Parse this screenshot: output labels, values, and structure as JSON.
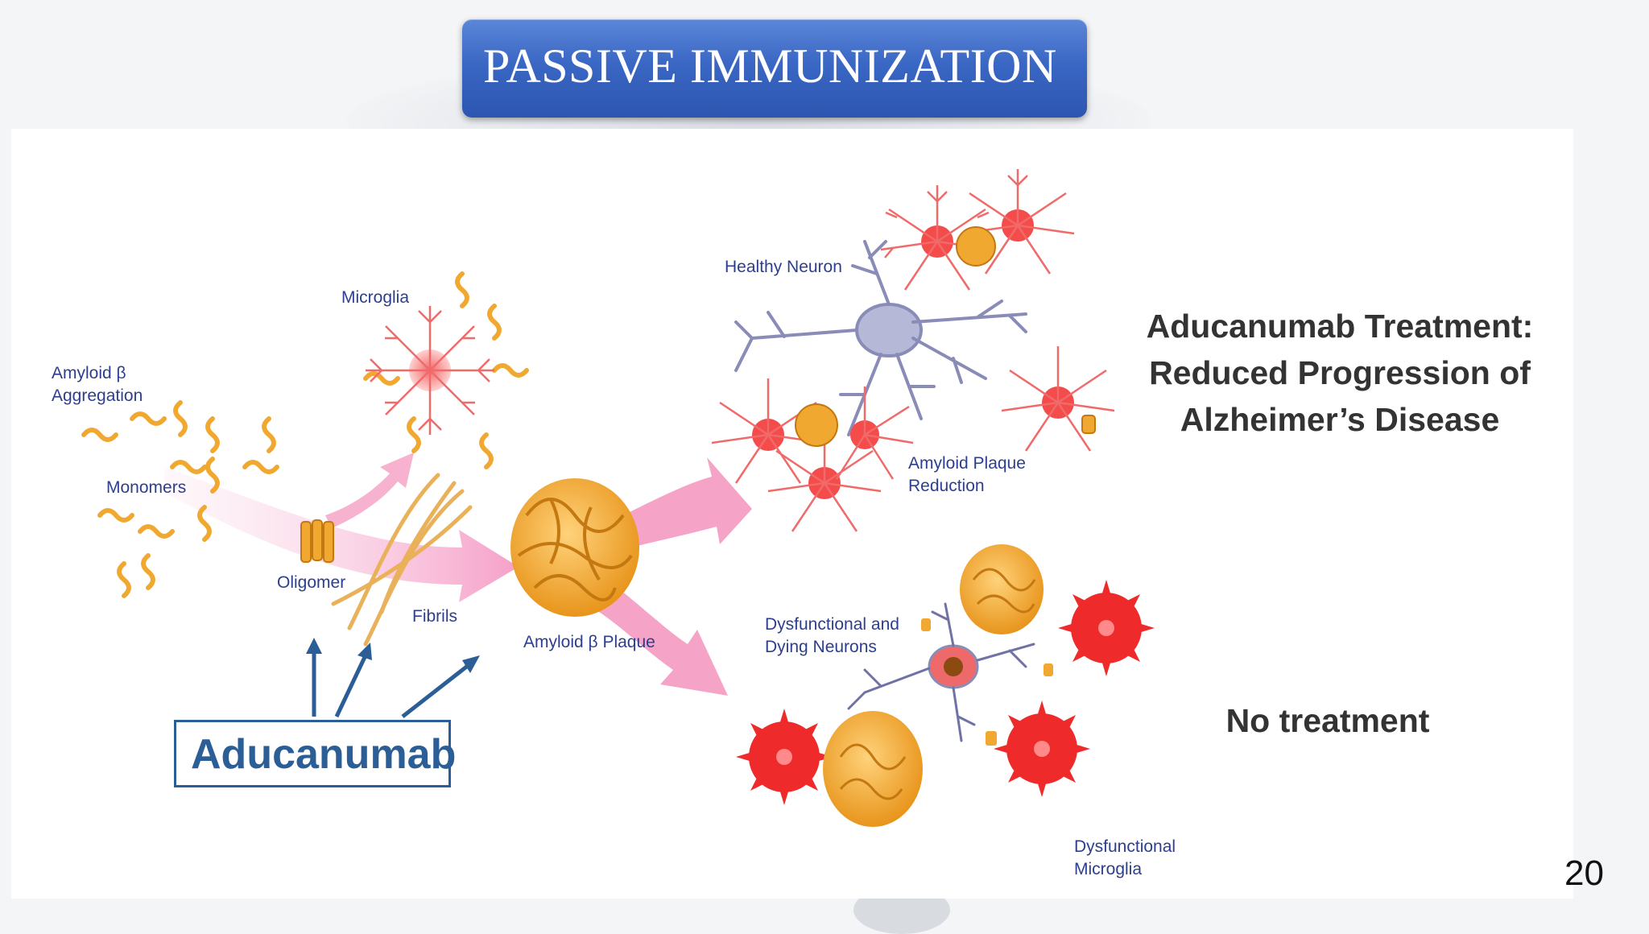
{
  "slide": {
    "title": "PASSIVE IMMUNIZATION",
    "page_number": "20"
  },
  "diagram": {
    "labels": {
      "amyloid_aggregation_line1": "Amyloid β",
      "amyloid_aggregation_line2": "Aggregation",
      "monomers": "Monomers",
      "microglia": "Microglia",
      "oligomer": "Oligomer",
      "fibrils": "Fibrils",
      "plaque": "Amyloid β Plaque",
      "healthy_neuron": "Healthy Neuron",
      "plaque_reduction_line1": "Amyloid Plaque",
      "plaque_reduction_line2": "Reduction",
      "dysfunctional_neurons_line1": "Dysfunctional and",
      "dysfunctional_neurons_line2": "Dying Neurons",
      "dysfunctional_microglia_line1": "Dysfunctional",
      "dysfunctional_microglia_line2": "Microglia"
    },
    "drug_name": "Aducanumab",
    "treatment_outcome_line1": "Aducanumab Treatment:",
    "treatment_outcome_line2": "Reduced Progression of",
    "treatment_outcome_line3": "Alzheimer’s Disease",
    "no_treatment": "No treatment",
    "colors": {
      "title_blue": "#3a67c4",
      "label_navy": "#2c3f8f",
      "drug_blue": "#2b5d97",
      "amyloid_orange": "#f0a830",
      "microglia_red": "#ee3b3b",
      "neuron_purple": "#8a8cb8",
      "flow_pink": "#f7a9c8"
    }
  }
}
